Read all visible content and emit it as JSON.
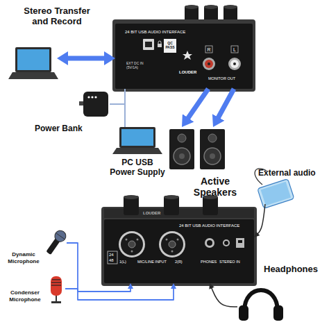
{
  "diagram": {
    "nodes": [
      {
        "text": [
          "Stereo Transfer and Record"
        ]
      },
      {
        "text": [
          "24 BIT USB AUDIO INTERFACE"
        ]
      },
      {
        "text": [
          "Power Bank"
        ]
      },
      {
        "text": [
          "PC USB Power Supply"
        ]
      },
      {
        "text": [
          "Active Speakers"
        ]
      },
      {
        "text": [
          "External audio"
        ]
      },
      {
        "text": [
          "24 BIT USB AUDIO INTERFACE"
        ]
      },
      {
        "text": [
          "Dynamic Microphone"
        ]
      },
      {
        "text": [
          "Condenser Microphone"
        ]
      },
      {
        "text": [
          "Headphones"
        ]
      }
    ],
    "edges": [
      {
        "from": 0,
        "to": 1,
        "arrow": "both"
      },
      {
        "from": 2,
        "to": 1,
        "arrow": "none"
      },
      {
        "from": 3,
        "to": 1,
        "arrow": "none"
      },
      {
        "from": 1,
        "to": 4,
        "arrow": "to"
      },
      {
        "from": 1,
        "to": 4,
        "arrow": "to"
      },
      {
        "from": 5,
        "to": 6,
        "arrow": "to"
      },
      {
        "from": 9,
        "to": 6,
        "arrow": "to"
      },
      {
        "from": 7,
        "to": 6,
        "arrow": "to"
      },
      {
        "from": 8,
        "to": 6,
        "arrow": "to"
      }
    ],
    "labels": [
      "R",
      "L",
      "QC PASS",
      "LOUDER",
      "EXT DC IN (5V/1A)",
      "MONITOR OUT",
      "LOUDER",
      "24",
      "48",
      "1(L)",
      "MIC/LINE INPUT",
      "2(R)",
      "PHONES",
      "STEREO IN"
    ]
  }
}
